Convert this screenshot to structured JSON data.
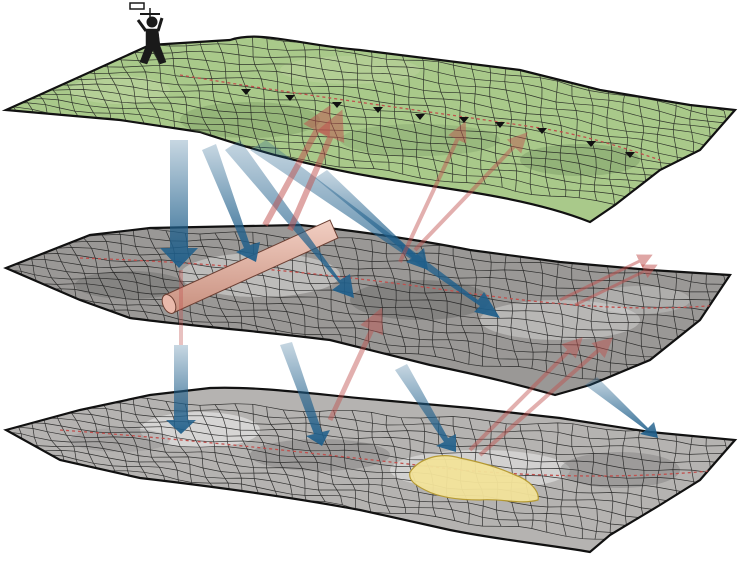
{
  "diagram": {
    "title": "",
    "layers": [
      {
        "id": "surface",
        "texture": "vegetation-aerial",
        "fill": "#a9c98a"
      },
      {
        "id": "middle-layer",
        "texture": "greyscale-subsurface",
        "fill": "#8f8f8f"
      },
      {
        "id": "bottom-layer",
        "texture": "greyscale-subsurface",
        "fill": "#b2b2b2"
      }
    ],
    "colors": {
      "incident_ray": "#1f5f8b",
      "reflected_ray": "#c0504d",
      "grid_line": "#111111",
      "target_body": "#f3e39a",
      "pipe": "#d9a99a"
    },
    "icons": {
      "source": "hammer-person-icon",
      "receivers": "geophone-icon",
      "buried_object": "pipe-cylinder",
      "anomaly": "yellow-lens-body"
    },
    "receiver_count": 10
  }
}
